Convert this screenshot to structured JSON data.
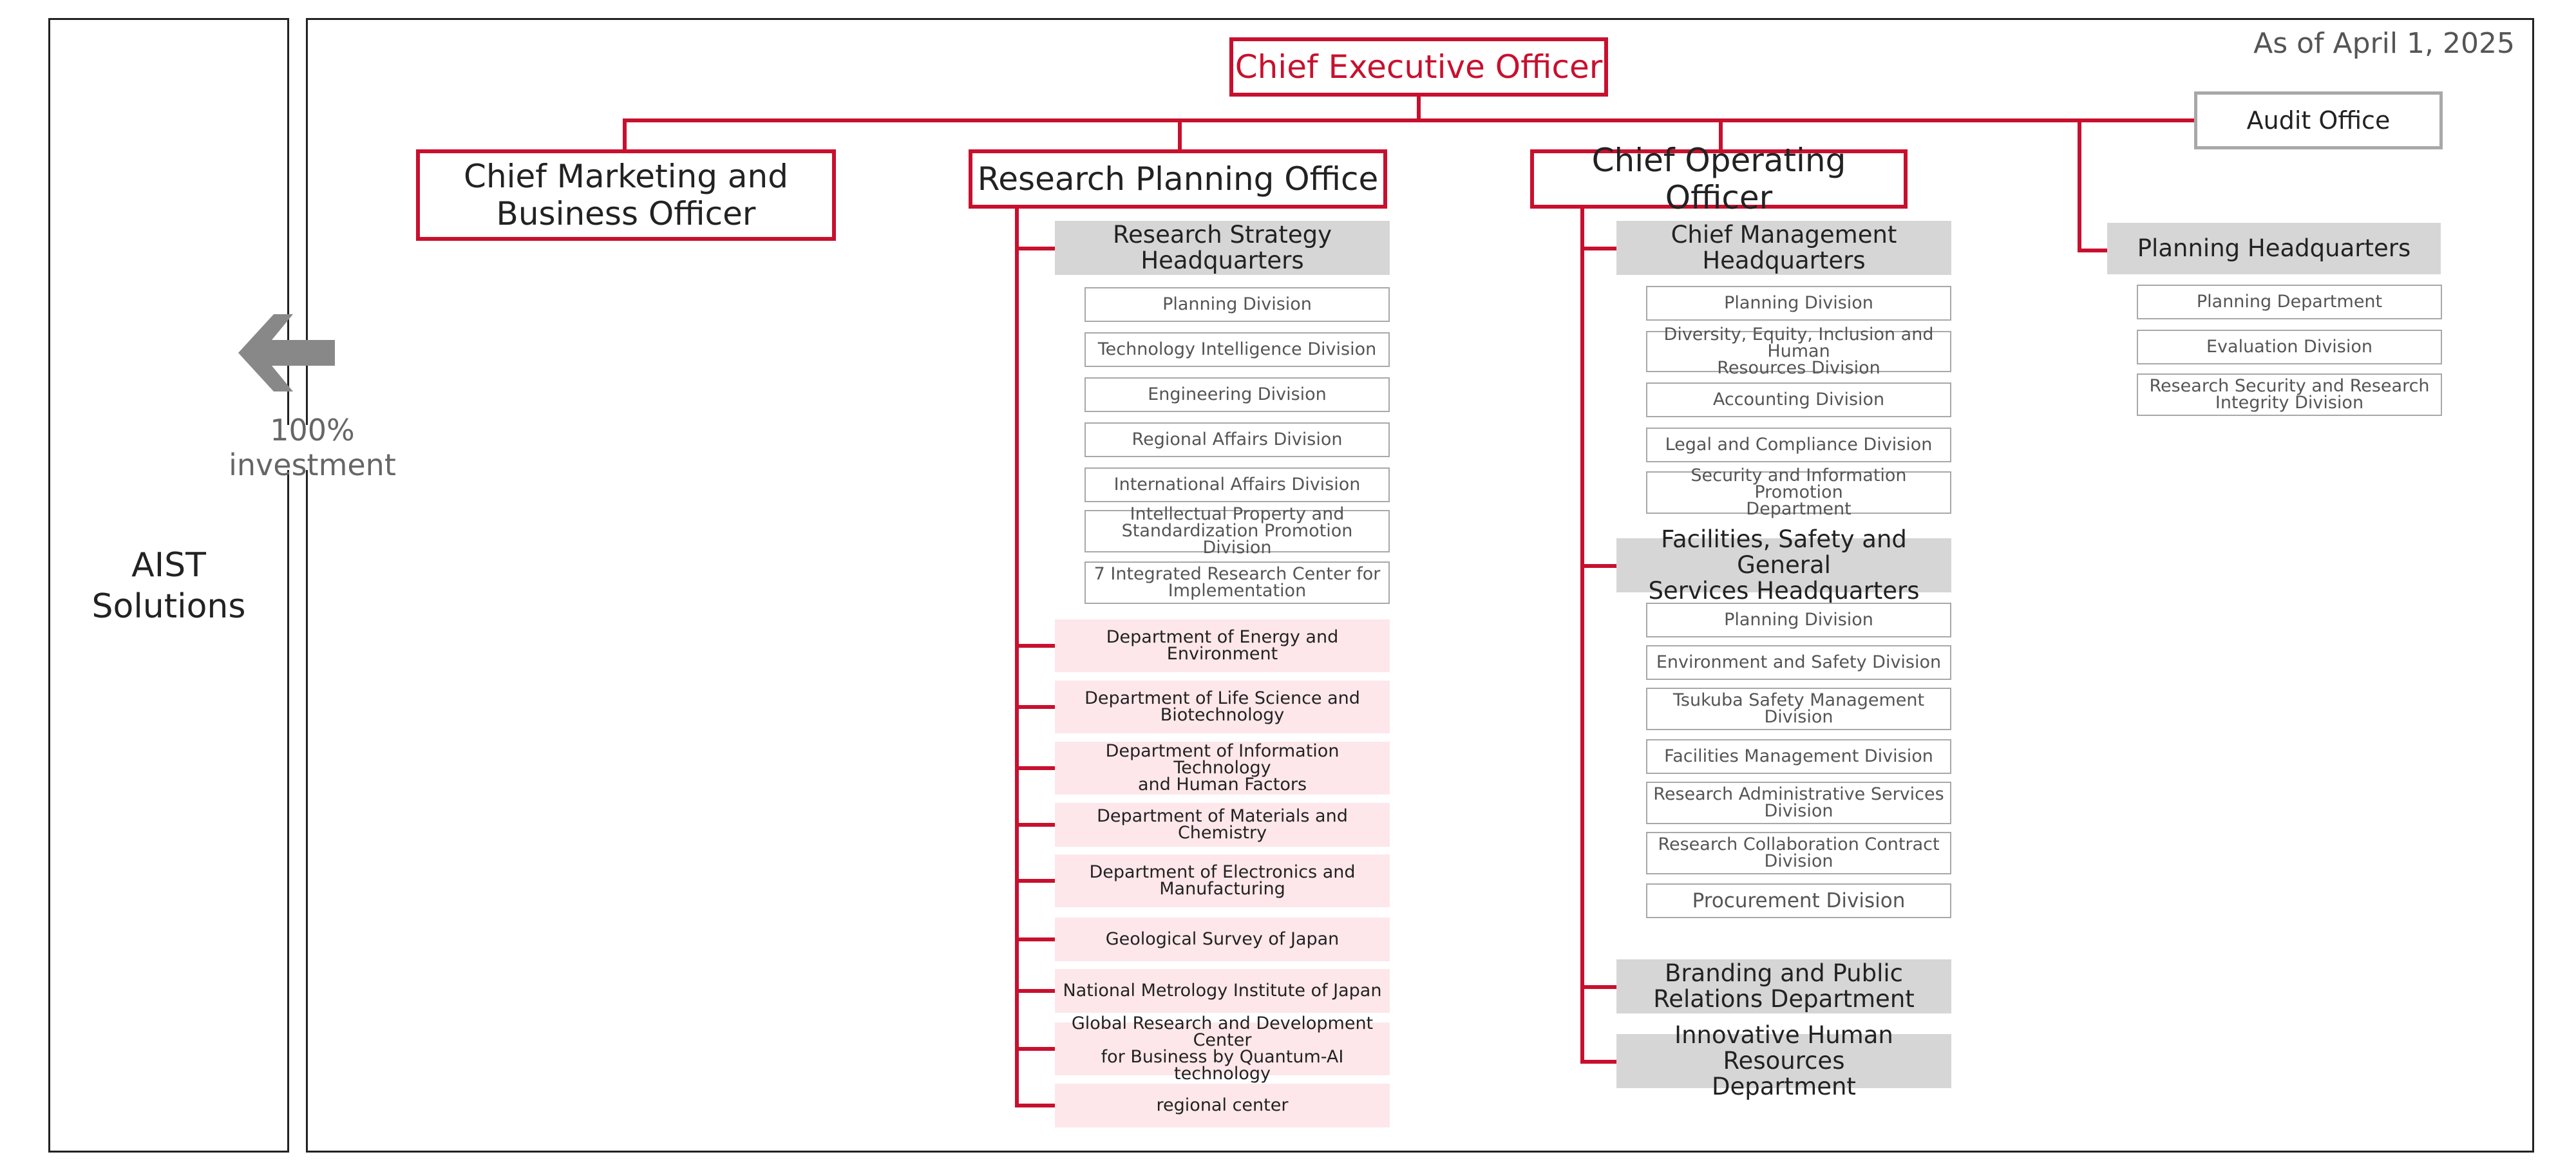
{
  "date": "As of April 1, 2025",
  "ceo": "Chief Executive Officer",
  "audit": "Audit Office",
  "left_entity": "AIST\nSolutions",
  "investment": "100% investment",
  "colors": {
    "accent": "#c8102e",
    "grey_box": "#d6d6d6",
    "pink_box": "#fde7ea",
    "outline": "#a8a8a8"
  },
  "branches": {
    "cmbo": {
      "title": "Chief Marketing and\nBusiness Officer"
    },
    "rpo": {
      "title": "Research Planning Office",
      "hq": "Research Strategy\nHeadquarters",
      "hq_divisions": [
        "Planning Division",
        "Technology Intelligence Division",
        "Engineering Division",
        "Regional Affairs Division",
        "International Affairs Division",
        "Intellectual Property and\nStandardization Promotion Division",
        "7 Integrated Research Center for\nImplementation"
      ],
      "departments": [
        "Department of Energy and\nEnvironment",
        "Department of Life Science and\nBiotechnology",
        "Department of Information Technology\nand Human Factors",
        "Department of Materials and Chemistry",
        "Department of Electronics and\nManufacturing",
        "Geological Survey of Japan",
        "National Metrology Institute of Japan",
        "Global Research and Development Center\nfor Business by Quantum-AI technology",
        "regional center"
      ]
    },
    "coo": {
      "title": "Chief Operating Officer",
      "hq1": "Chief Management\nHeadquarters",
      "hq1_divisions": [
        "Planning Division",
        "Diversity, Equity, Inclusion and Human\nResources Division",
        "Accounting Division",
        "Legal and Compliance Division",
        "Security and Information Promotion\nDepartment"
      ],
      "hq2": "Facilities, Safety and General\nServices Headquarters",
      "hq2_divisions": [
        "Planning Division",
        "Environment and Safety Division",
        "Tsukuba Safety Management Division",
        "Facilities Management Division",
        "Research Administrative Services\nDivision",
        "Research Collaboration Contract\nDivision",
        "Procurement Division"
      ],
      "branding": "Branding and Public\nRelations Department",
      "innovative": "Innovative Human Resources\nDepartment"
    },
    "planning": {
      "hq": "Planning Headquarters",
      "divisions": [
        "Planning Department",
        "Evaluation Division",
        "Research Security and Research\nIntegrity Division"
      ]
    }
  }
}
